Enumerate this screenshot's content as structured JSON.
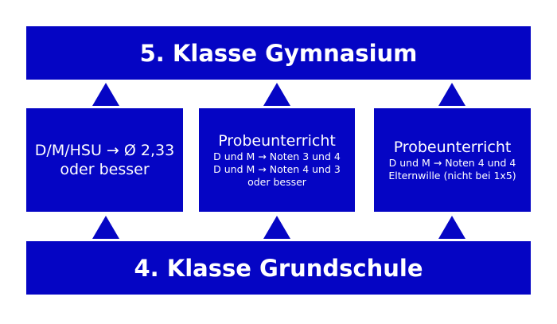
{
  "top": {
    "title": "5. Klasse Gymnasium"
  },
  "bottom": {
    "title": "4. Klasse Grundschule"
  },
  "boxes": [
    {
      "lines": [
        "D/M/HSU → Ø 2,33",
        "oder besser"
      ]
    },
    {
      "title": "Probeunterricht",
      "lines": [
        "D und M → Noten 3 und 4",
        "D und M → Noten 4 und 3",
        "oder besser"
      ]
    },
    {
      "title": "Probeunterricht",
      "lines": [
        "D und M → Noten 4 und 4",
        "Elternwille (nicht bei 1x5)"
      ]
    }
  ],
  "colors": {
    "fill": "#0505c4",
    "text": "#ffffff"
  }
}
